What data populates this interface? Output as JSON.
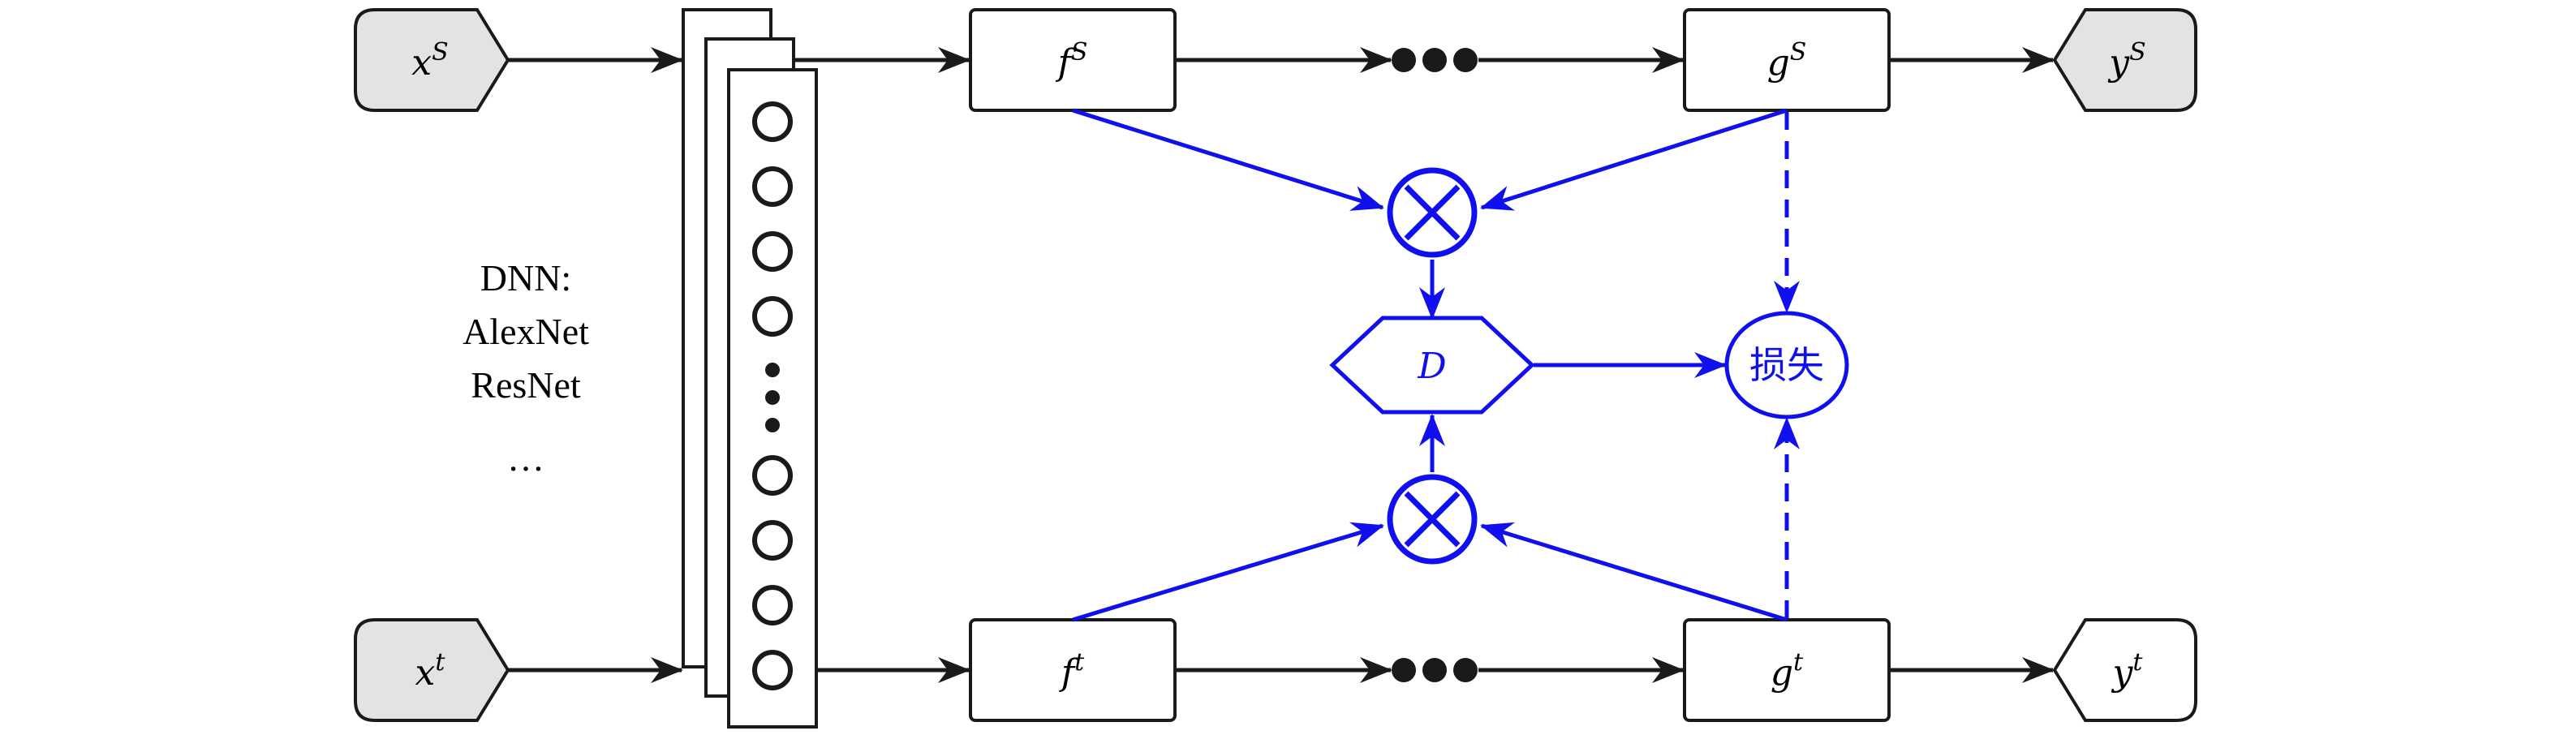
{
  "inputs": {
    "source": {
      "base": "x",
      "sup": "S"
    },
    "target": {
      "base": "x",
      "sup": "t"
    }
  },
  "outputs": {
    "source": {
      "base": "y",
      "sup": "S"
    },
    "target": {
      "base": "y",
      "sup": "t"
    }
  },
  "features": {
    "source": {
      "base": "f",
      "sup": "S"
    },
    "target": {
      "base": "f",
      "sup": "t"
    }
  },
  "classifiers": {
    "source": {
      "base": "g",
      "sup": "S"
    },
    "target": {
      "base": "g",
      "sup": "t"
    }
  },
  "dnn_label": {
    "line1": "DNN:",
    "line2": "AlexNet",
    "line3": "ResNet",
    "line4": "…"
  },
  "discriminator": {
    "label": "D"
  },
  "loss": {
    "label": "损失"
  },
  "colors": {
    "black": "#1a1a1a",
    "blue": "#1010ee",
    "io_fill": "#e3e3e3"
  }
}
